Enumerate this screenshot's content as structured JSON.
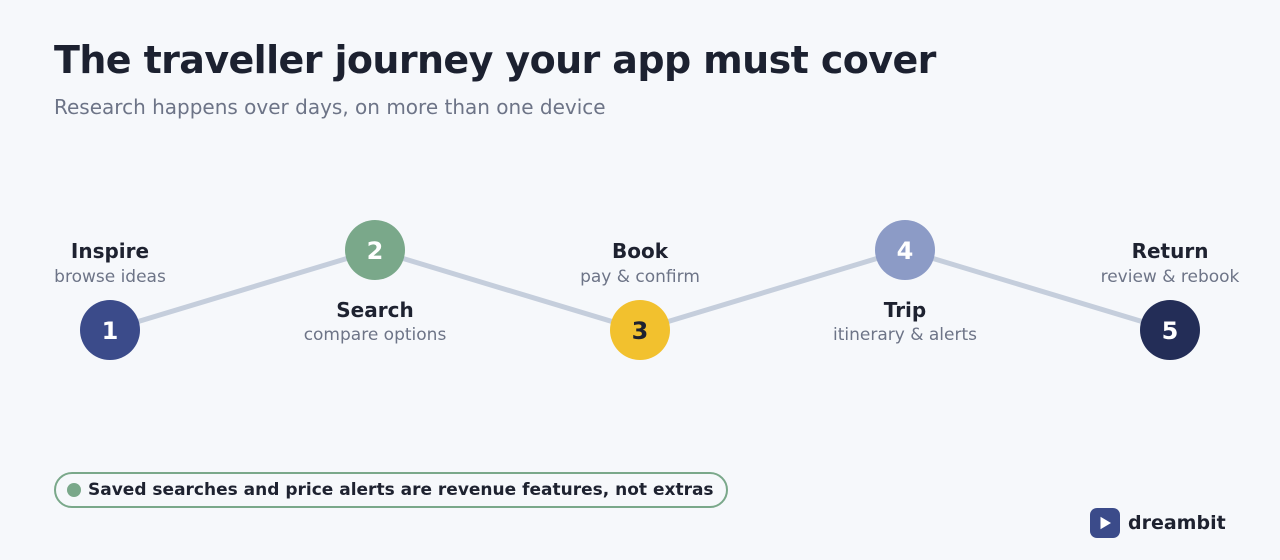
{
  "header": {
    "title": "The traveller journey your app must cover",
    "subtitle": "Research happens over days, on more than one device"
  },
  "steps": [
    {
      "number": "1",
      "label": "Inspire",
      "description": "browse ideas",
      "color": "#3b4b8a",
      "text_color": "#ffffff",
      "position": "low"
    },
    {
      "number": "2",
      "label": "Search",
      "description": "compare options",
      "color": "#7aa88a",
      "text_color": "#ffffff",
      "position": "high"
    },
    {
      "number": "3",
      "label": "Book",
      "description": "pay & confirm",
      "color": "#f2c12e",
      "text_color": "#1e2230",
      "position": "low"
    },
    {
      "number": "4",
      "label": "Trip",
      "description": "itinerary & alerts",
      "color": "#8c9bc6",
      "text_color": "#ffffff",
      "position": "high"
    },
    {
      "number": "5",
      "label": "Return",
      "description": "review & rebook",
      "color": "#232d57",
      "text_color": "#ffffff",
      "position": "low"
    }
  ],
  "connector_color": "#c5cedc",
  "callout": {
    "text": "Saved searches and price alerts are revenue features, not extras",
    "color": "#7aa88a"
  },
  "brand": {
    "name": "dreambit",
    "icon": "play-icon",
    "color": "#3b4b8a"
  }
}
